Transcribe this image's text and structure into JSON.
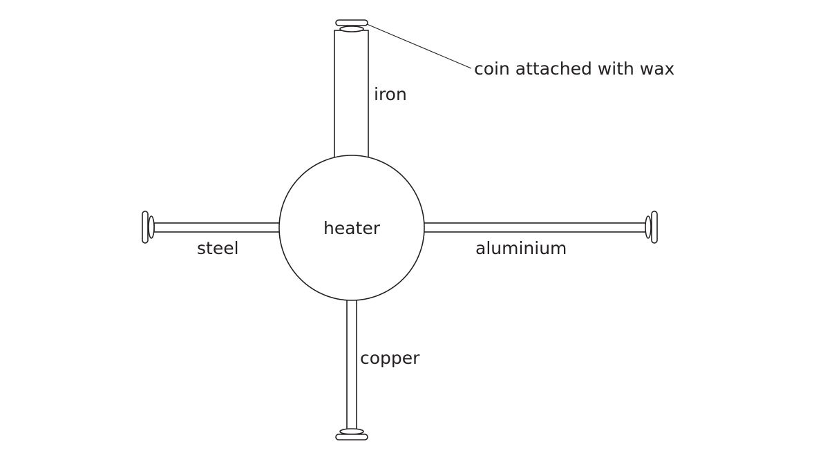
{
  "labels": {
    "heater": "heater",
    "iron": "iron",
    "steel": "steel",
    "aluminium": "aluminium",
    "copper": "copper",
    "coin": "coin attached with wax"
  },
  "colors": {
    "line": "#231f20",
    "background": "#ffffff"
  }
}
